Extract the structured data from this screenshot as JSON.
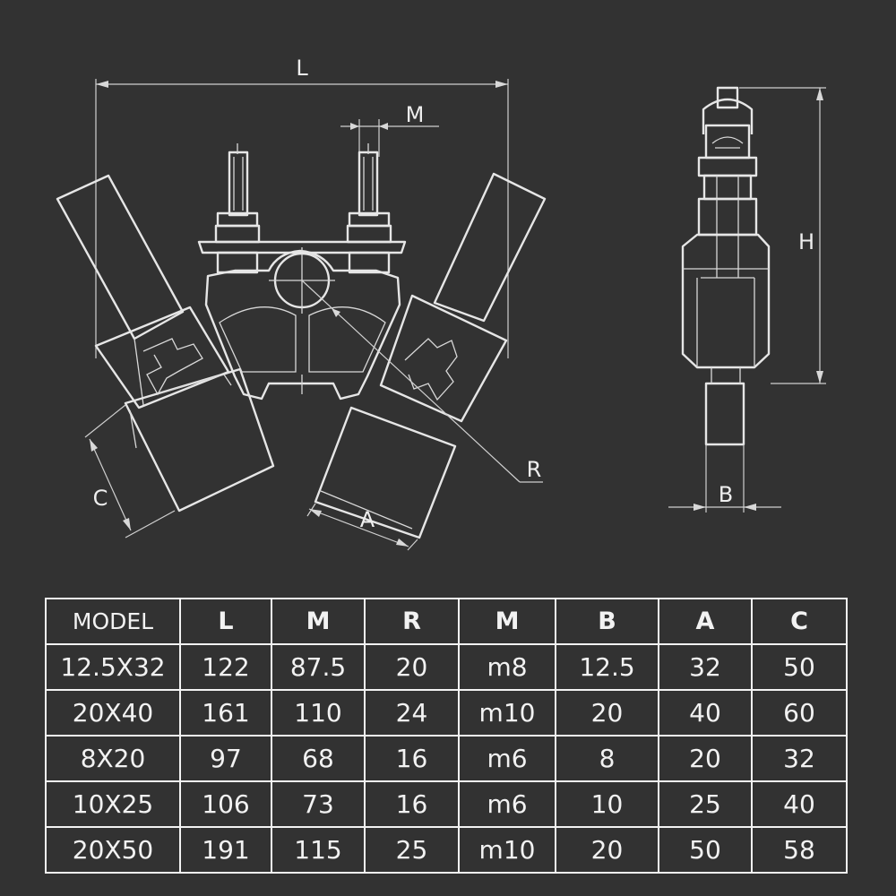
{
  "drawing": {
    "dimension_labels": {
      "L": "L",
      "M": "M",
      "R": "R",
      "A": "A",
      "C": "C",
      "H": "H",
      "B": "B"
    }
  },
  "table": {
    "headers": [
      "MODEL",
      "L",
      "M",
      "R",
      "M",
      "B",
      "A",
      "C"
    ],
    "rows": [
      [
        "12.5X32",
        "122",
        "87.5",
        "20",
        "m8",
        "12.5",
        "32",
        "50"
      ],
      [
        "20X40",
        "161",
        "110",
        "24",
        "m10",
        "20",
        "40",
        "60"
      ],
      [
        "8X20",
        "97",
        "68",
        "16",
        "m6",
        "8",
        "20",
        "32"
      ],
      [
        "10X25",
        "106",
        "73",
        "16",
        "m6",
        "10",
        "25",
        "40"
      ],
      [
        "20X50",
        "191",
        "115",
        "25",
        "m10",
        "20",
        "50",
        "58"
      ]
    ]
  }
}
